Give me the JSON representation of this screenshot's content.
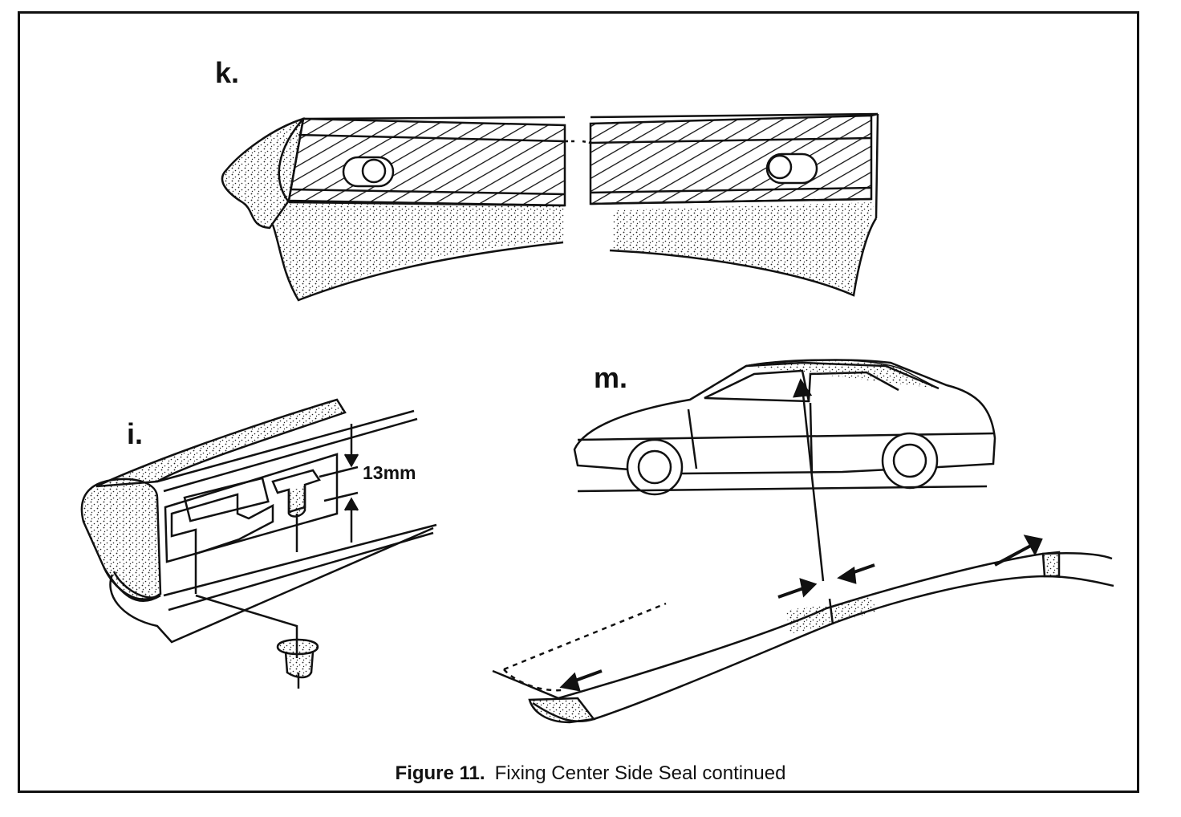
{
  "panels": {
    "k": {
      "label": "k."
    },
    "i": {
      "label": "i.",
      "dimension": "13mm"
    },
    "m": {
      "label": "m."
    }
  },
  "caption": {
    "figure": "Figure 11.",
    "text": "Fixing Center Side Seal continued"
  }
}
